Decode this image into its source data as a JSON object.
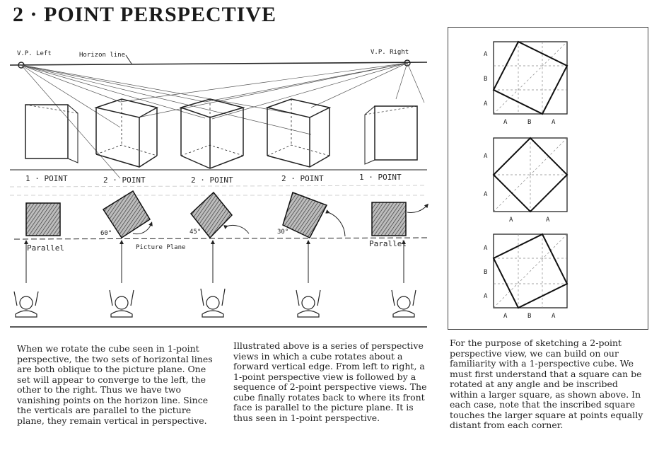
{
  "title": "2 · POINT PERSPECTIVE",
  "horizon": {
    "vp_left": "V.P. Left",
    "vp_right": "V.P. Right",
    "horizon_line": "Horizon line"
  },
  "views": [
    {
      "label": "1 · POINT",
      "angle": "",
      "plane_label": "Parallel"
    },
    {
      "label": "2 · POINT",
      "angle": "60°",
      "plane_label": ""
    },
    {
      "label": "2 · POINT",
      "angle": "45°",
      "plane_label": "Picture Plane"
    },
    {
      "label": "2 · POINT",
      "angle": "30°",
      "plane_label": ""
    },
    {
      "label": "1 · POINT",
      "angle": "",
      "plane_label": "Parallel"
    }
  ],
  "squares": [
    {
      "left": [
        "A",
        "B",
        "A"
      ],
      "bottom": [
        "A",
        "B",
        "A"
      ]
    },
    {
      "left": [
        "A",
        "A"
      ],
      "bottom": [
        "A",
        "A"
      ]
    },
    {
      "left": [
        "A",
        "B",
        "A"
      ],
      "bottom": [
        "A",
        "B",
        "A"
      ]
    }
  ],
  "text": {
    "col1": "When we rotate the cube seen in 1-point perspective, the two sets of horizontal lines are both oblique to the picture plane. One set will appear to converge to the left, the other to the right. Thus we have two vanishing points on the horizon line. Since the verticals are parallel to the picture plane, they remain vertical in perspective.",
    "col2": "Illustrated above is a series of perspective views in which a cube rotates about a forward vertical edge. From left to right, a 1-point perspective view is followed by a sequence of 2-point perspective views. The cube finally rotates back to where its front face is parallel to the picture plane. It is thus seen in 1-point perspective.",
    "col3": "For the purpose of sketching a 2-point perspective view, we can build on our familiarity with a 1-perspective cube. We must first understand that a square can be rotated at any angle and be inscribed within a larger square, as shown above. In each case, note that the inscribed square touches the larger square at points equally distant from each corner."
  }
}
